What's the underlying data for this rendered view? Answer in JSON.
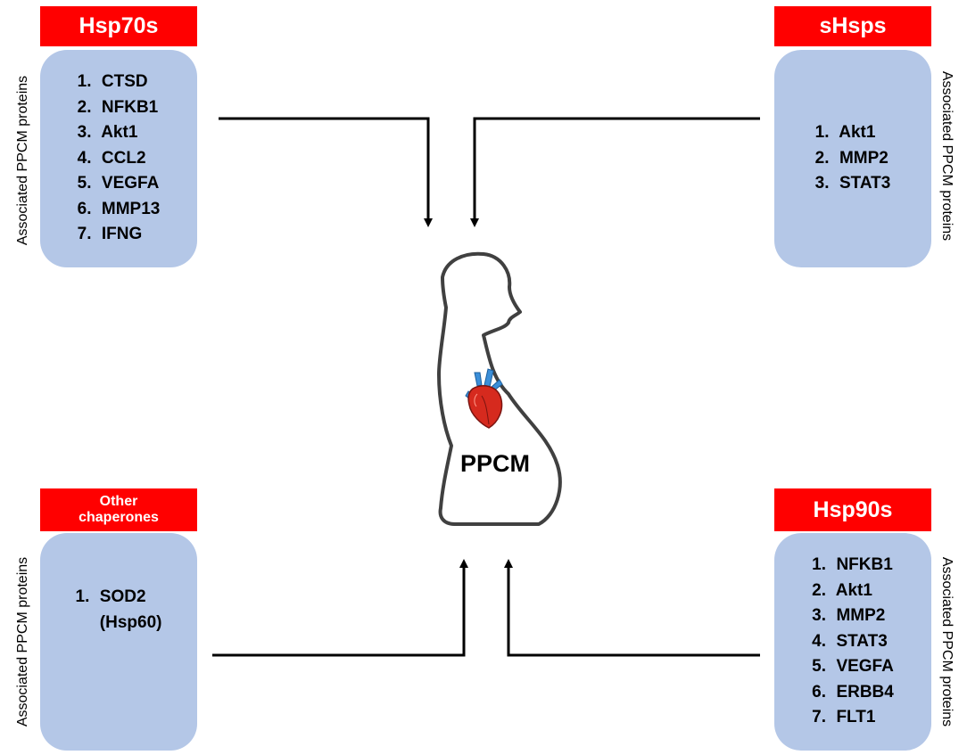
{
  "center": {
    "label": "PPCM"
  },
  "side_label": "Associated PPCM proteins",
  "hsp70s": {
    "title": "Hsp70s",
    "items": [
      {
        "num": "1.",
        "name": "CTSD"
      },
      {
        "num": "2.",
        "name": "NFKB1"
      },
      {
        "num": "3.",
        "name": "Akt1"
      },
      {
        "num": "4.",
        "name": "CCL2"
      },
      {
        "num": "5.",
        "name": "VEGFA"
      },
      {
        "num": "6.",
        "name": "MMP13"
      },
      {
        "num": "7.",
        "name": "IFNG"
      }
    ]
  },
  "shsps": {
    "title": "sHsps",
    "items": [
      {
        "num": "1.",
        "name": "Akt1"
      },
      {
        "num": "2.",
        "name": "MMP2"
      },
      {
        "num": "3.",
        "name": "STAT3"
      }
    ]
  },
  "other": {
    "title_line1": "Other",
    "title_line2": "chaperones",
    "items": [
      {
        "num": "1.",
        "name": "SOD2"
      },
      {
        "num": "",
        "name": "(Hsp60)"
      }
    ]
  },
  "hsp90s": {
    "title": "Hsp90s",
    "items": [
      {
        "num": "1.",
        "name": "NFKB1"
      },
      {
        "num": "2.",
        "name": "Akt1"
      },
      {
        "num": "3.",
        "name": "MMP2"
      },
      {
        "num": "4.",
        "name": "STAT3"
      },
      {
        "num": "5.",
        "name": "VEGFA"
      },
      {
        "num": "6.",
        "name": "ERBB4"
      },
      {
        "num": "7.",
        "name": "FLT1"
      }
    ]
  },
  "colors": {
    "header": "#ff0000",
    "panel": "#b4c7e7",
    "heart": "#d62a1e",
    "vessel": "#3b8fd9"
  }
}
